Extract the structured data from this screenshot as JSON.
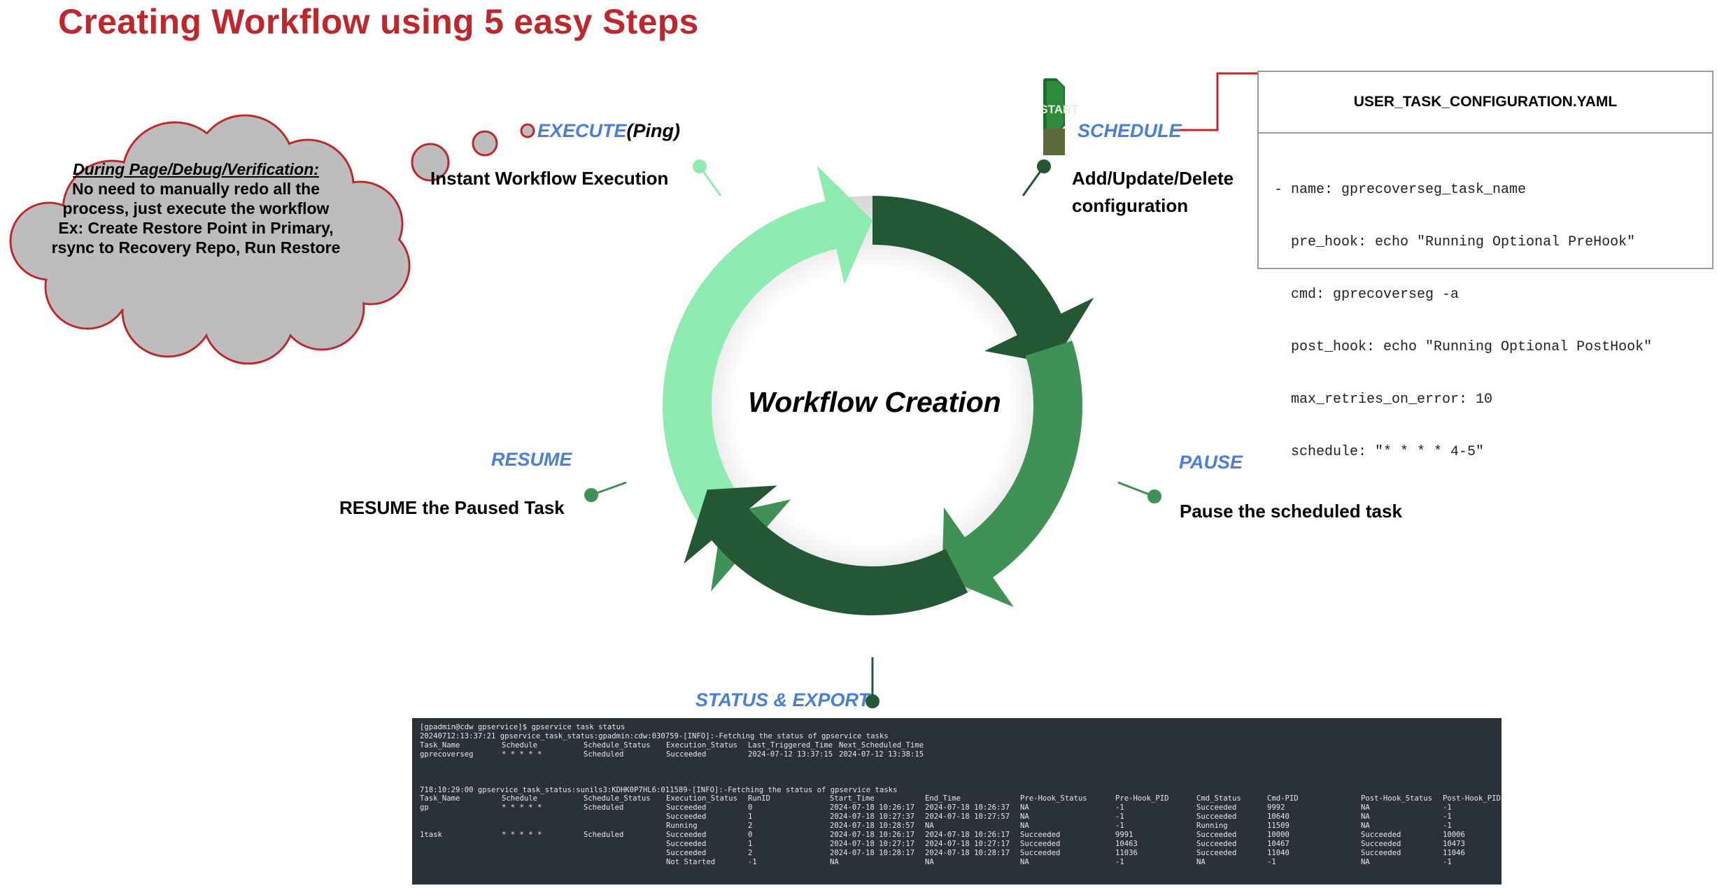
{
  "title": "Creating Workflow  using 5 easy Steps",
  "center_label": "Workflow Creation",
  "steps": {
    "execute": {
      "label_main": "EXECUTE",
      "label_paren": "(Ping)",
      "description": "Instant Workflow Execution"
    },
    "schedule": {
      "label": "SCHEDULE",
      "description_line1": "Add/Update/Delete",
      "description_line2": "configuration",
      "badge_text": "START"
    },
    "pause": {
      "label": "PAUSE",
      "description": "Pause the scheduled task"
    },
    "status": {
      "label": "STATUS & EXPORT"
    },
    "resume": {
      "label": "RESUME",
      "description": "RESUME the Paused Task"
    }
  },
  "cloud": {
    "heading": "During Page/Debug/Verification:",
    "lines": [
      "No need to manually redo all the process, just execute the workflow",
      "Ex: Create Restore Point in Primary, rsync to Recovery Repo, Run Restore"
    ]
  },
  "yaml": {
    "filename": "USER_TASK_CONFIGURATION.YAML",
    "lines": [
      "- name: gprecoverseg_task_name",
      "  pre_hook: echo \"Running Optional PreHook\"",
      "  cmd: gprecoverseg -a",
      "  post_hook: echo \"Running Optional PostHook\"",
      "  max_retries_on_error: 10",
      "  schedule: \"* * * * 4-5\""
    ]
  },
  "terminal": {
    "prompt": "[gpadmin@cdw gpservice]$ gpservice task status",
    "log1": "20240712:13:37:21 gpservice_task_status:gpadmin:cdw:030759-[INFO]:-Fetching the status of gpservice tasks",
    "table1_headers": [
      "Task_Name",
      "Schedule",
      "Schedule_Status",
      "Execution_Status",
      "Last_Triggered_Time",
      "Next_Scheduled_Time"
    ],
    "table1_rows": [
      [
        "gprecoverseg",
        "* * * * *",
        "Scheduled",
        "Succeeded",
        "2024-07-12 13:37:15",
        "2024-07-12 13:38:15"
      ]
    ],
    "log2": "718:10:29:00 gpservice_task_status:sunils3:KDHK0P7HL6:011589-[INFO]:-Fetching the status of gpservice tasks",
    "table2_headers": [
      "Task_Name",
      "Schedule",
      "Schedule_Status",
      "Execution_Status",
      "RunID",
      "Start_Time",
      "End_Time",
      "Pre-Hook_Status",
      "Pre-Hook_PID",
      "Cmd_Status",
      "Cmd-PID",
      "Post-Hook_Status",
      "Post-Hook_PID"
    ],
    "table2_rows": [
      [
        "gp",
        "* * * * *",
        "Scheduled",
        "Succeeded",
        "0",
        "2024-07-18 10:26:17",
        "2024-07-18 10:26:37",
        "NA",
        "-1",
        "Succeeded",
        "9992",
        "NA",
        "-1"
      ],
      [
        "",
        "",
        "",
        "Succeeded",
        "1",
        "2024-07-18 10:27:37",
        "2024-07-18 10:27:57",
        "NA",
        "-1",
        "Succeeded",
        "10640",
        "NA",
        "-1"
      ],
      [
        "",
        "",
        "",
        "Running",
        "2",
        "2024-07-18 10:28:57",
        "NA",
        "NA",
        "-1",
        "Running",
        "11509",
        "NA",
        "-1"
      ],
      [
        "1task",
        "* * * * *",
        "Scheduled",
        "Succeeded",
        "0",
        "2024-07-18 10:26:17",
        "2024-07-18 10:26:17",
        "Succeeded",
        "9991",
        "Succeeded",
        "10000",
        "Succeeded",
        "10006"
      ],
      [
        "",
        "",
        "",
        "Succeeded",
        "1",
        "2024-07-18 10:27:17",
        "2024-07-18 10:27:17",
        "Succeeded",
        "10463",
        "Succeeded",
        "10467",
        "Succeeded",
        "10473"
      ],
      [
        "",
        "",
        "",
        "Succeeded",
        "2",
        "2024-07-18 10:28:17",
        "2024-07-18 10:28:17",
        "Succeeded",
        "11036",
        "Succeeded",
        "11040",
        "Succeeded",
        "11046"
      ],
      [
        "",
        "",
        "",
        "Not Started",
        "-1",
        "NA",
        "NA",
        "NA",
        "-1",
        "NA",
        "-1",
        "NA",
        "-1"
      ]
    ]
  },
  "colors": {
    "title_red": "#c0272d",
    "step_blue": "#4a7fd6",
    "arrow_light": "#8eecb0",
    "arrow_dark": "#245734",
    "arrow_mid": "#3f9155",
    "cloud_fill": "#bdbdbd",
    "cloud_stroke": "#c0272d",
    "terminal_bg": "#2b3139"
  }
}
